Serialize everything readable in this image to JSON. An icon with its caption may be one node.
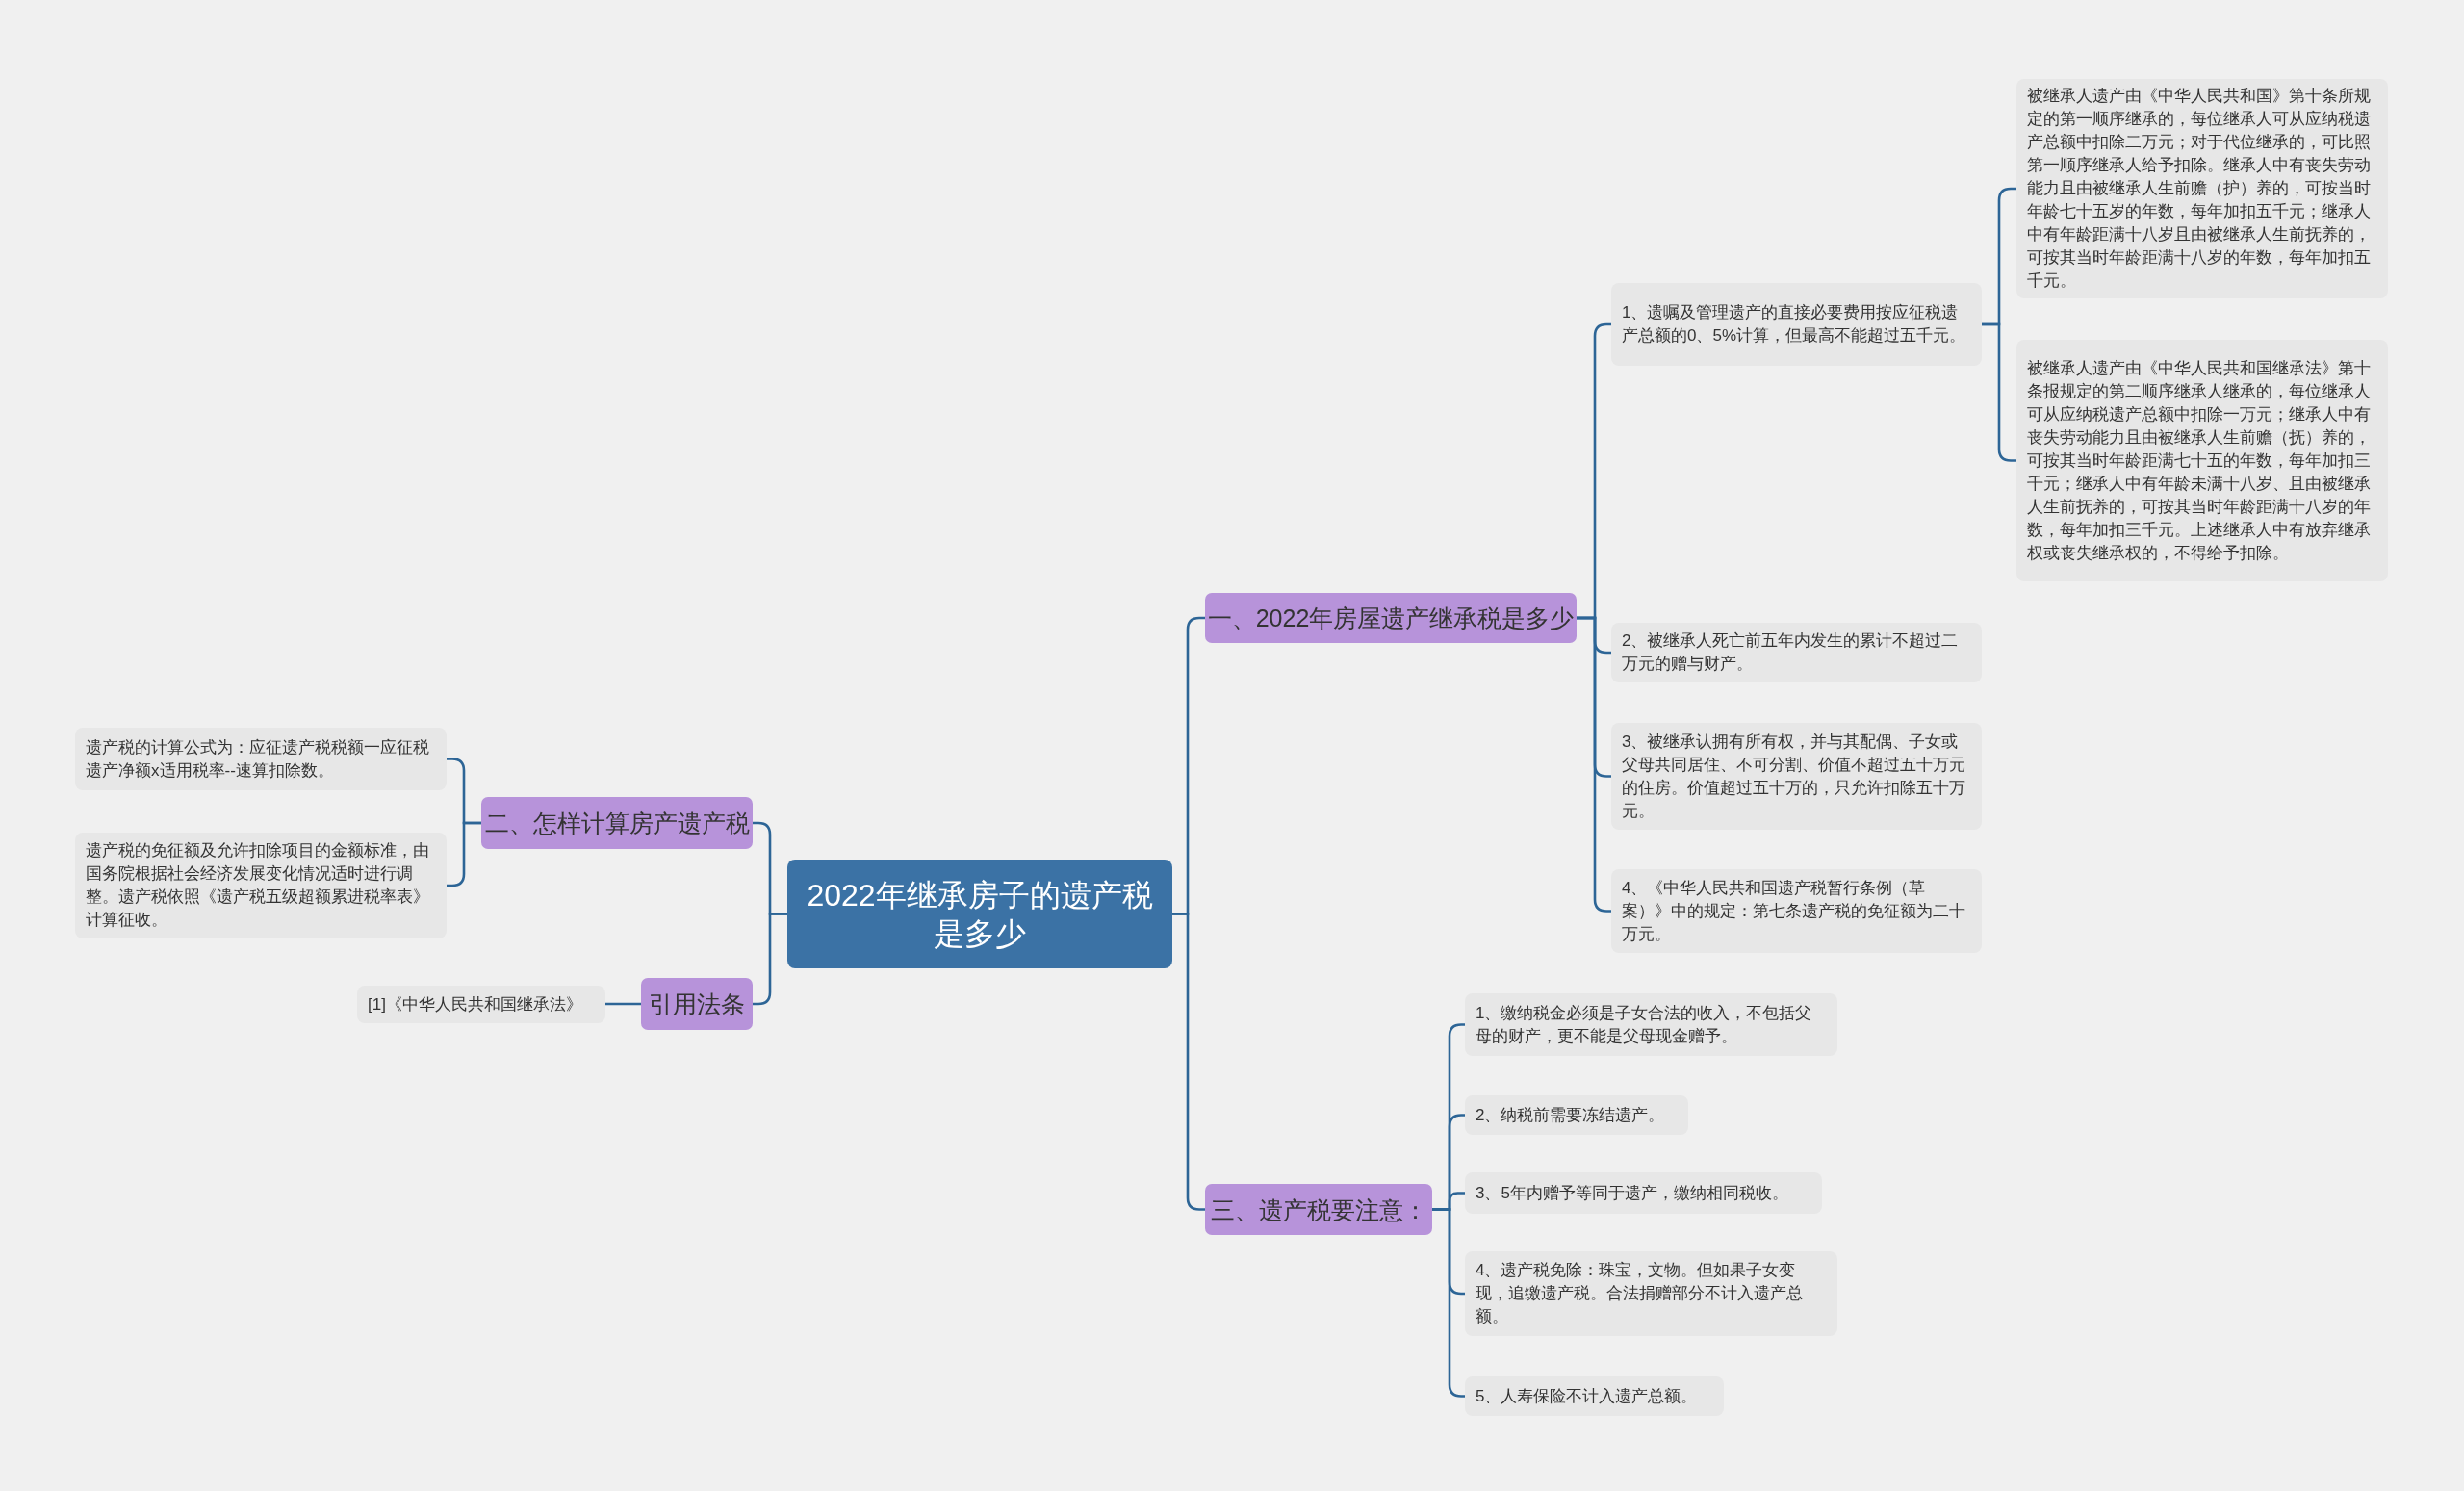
{
  "diagram": {
    "nodes": [
      {
        "text": [
          "2022年继承房子的遗产税是多少"
        ]
      },
      {
        "text": [
          "一、2022年房屋遗产继承税是多少"
        ]
      },
      {
        "text": [
          "1、遗嘱及管理遗产的直接必要费用按应征税遗产总额的0、5%计算，但最高不能超过五千元。"
        ]
      },
      {
        "text": [
          "被继承人遗产由《中华人民共和国》第十条所规定的第一顺序继承的，每位继承人可从应纳税遗产总额中扣除二万元；对于代位继承的，可比照第一顺序继承人给予扣除。继承人中有丧失劳动能力且由被继承人生前赡（护）养的，可按当时年龄七十五岁的年数，每年加扣五千元；继承人中有年龄距满十八岁且由被继承人生前抚养的，可按其当时年龄距满十八岁的年数，每年加扣五千元。"
        ]
      },
      {
        "text": [
          "被继承人遗产由《中华人民共和国继承法》第十条报规定的第二顺序继承人继承的，每位继承人可从应纳税遗产总额中扣除一万元；继承人中有丧失劳动能力且由被继承人生前赡（抚）养的，可按其当时年龄距满七十五的年数，每年加扣三千元；继承人中有年龄未满十八岁、且由被继承人生前抚养的，可按其当时年龄距满十八岁的年数，每年加扣三千元。上述继承人中有放弃继承权或丧失继承权的，不得给予扣除。"
        ]
      },
      {
        "text": [
          "2、被继承人死亡前五年内发生的累计不超过二万元的赠与财产。"
        ]
      },
      {
        "text": [
          "3、被继承认拥有所有权，并与其配偶、子女或父母共同居住、不可分割、价值不超过五十万元的住房。价值超过五十万的，只允许扣除五十万元。"
        ]
      },
      {
        "text": [
          "4、《中华人民共和国遗产税暂行条例（草案）》中的规定：第七条遗产税的免征额为二十万元。"
        ]
      },
      {
        "text": [
          "三、遗产税要注意："
        ]
      },
      {
        "text": [
          "1、缴纳税金必须是子女合法的收入，不包括父母的财产，更不能是父母现金赠予。"
        ]
      },
      {
        "text": [
          "2、纳税前需要冻结遗产。"
        ]
      },
      {
        "text": [
          "3、5年内赠予等同于遗产，缴纳相同税收。"
        ]
      },
      {
        "text": [
          "4、遗产税免除：珠宝，文物。但如果子女变现，追缴遗产税。合法捐赠部分不计入遗产总额。"
        ]
      },
      {
        "text": [
          "5、人寿保险不计入遗产总额。"
        ]
      },
      {
        "text": [
          "二、怎样计算房产遗产税"
        ]
      },
      {
        "text": [
          "遗产税的计算公式为：应征遗产税税额一应征税遗产净额x适用税率--速算扣除数。"
        ]
      },
      {
        "text": [
          "遗产税的免征额及允许扣除项目的金额标准，由国务院根据社会经济发展变化情况适时进行调整。遗产税依照《遗产税五级超额累进税率表》计算征收。"
        ]
      },
      {
        "text": [
          "引用法条"
        ]
      },
      {
        "text": [
          "[1]《中华人民共和国继承法》"
        ]
      }
    ],
    "edges": [
      {
        "from": 0,
        "to": 1,
        "arrow": "none"
      },
      {
        "from": 1,
        "to": 2,
        "arrow": "none"
      },
      {
        "from": 2,
        "to": 3,
        "arrow": "none"
      },
      {
        "from": 2,
        "to": 4,
        "arrow": "none"
      },
      {
        "from": 1,
        "to": 5,
        "arrow": "none"
      },
      {
        "from": 1,
        "to": 6,
        "arrow": "none"
      },
      {
        "from": 1,
        "to": 7,
        "arrow": "none"
      },
      {
        "from": 0,
        "to": 8,
        "arrow": "none"
      },
      {
        "from": 8,
        "to": 9,
        "arrow": "none"
      },
      {
        "from": 8,
        "to": 10,
        "arrow": "none"
      },
      {
        "from": 8,
        "to": 11,
        "arrow": "none"
      },
      {
        "from": 8,
        "to": 12,
        "arrow": "none"
      },
      {
        "from": 8,
        "to": 13,
        "arrow": "none"
      },
      {
        "from": 0,
        "to": 14,
        "arrow": "none"
      },
      {
        "from": 14,
        "to": 15,
        "arrow": "none"
      },
      {
        "from": 14,
        "to": 16,
        "arrow": "none"
      },
      {
        "from": 0,
        "to": 17,
        "arrow": "none"
      },
      {
        "from": 17,
        "to": 18,
        "arrow": "none"
      }
    ]
  }
}
